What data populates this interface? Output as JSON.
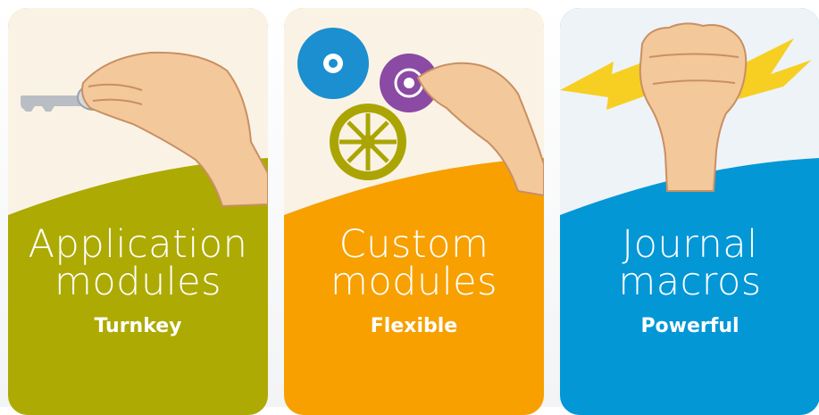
{
  "cards": [
    {
      "title": "Application\nmodules",
      "subtitle": "Turnkey",
      "color": "#adaa03",
      "icon": "key-in-hand-icon"
    },
    {
      "title": "Custom\nmodules",
      "subtitle": "Flexible",
      "color": "#f7a000",
      "icon": "gears-in-hand-icon"
    },
    {
      "title": "Journal\nmacros",
      "subtitle": "Powerful",
      "color": "#0397d6",
      "icon": "fist-lightning-icon"
    }
  ]
}
